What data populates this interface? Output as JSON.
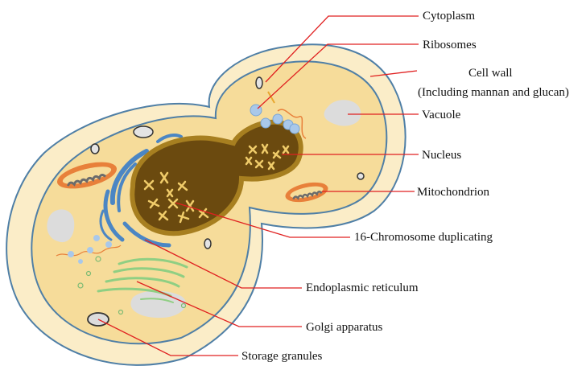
{
  "labels": {
    "cytoplasm": "Cytoplasm",
    "ribosomes": "Ribosomes",
    "cell_wall": "Cell wall",
    "cell_wall_note": "(Including mannan and glucan)",
    "vacuole": "Vacuole",
    "nucleus": "Nucleus",
    "mitochondrion": "Mitochondrion",
    "chromosome": "16-Chromosome duplicating",
    "er": "Endoplasmic reticulum",
    "golgi": "Golgi apparatus",
    "storage": "Storage granules"
  },
  "colors": {
    "wall_fill": "#fbedc8",
    "wall_stroke": "#4f7fa6",
    "cytoplasm_fill": "#f6dc9a",
    "nucleus_fill": "#6b4a0f",
    "nucleus_rim": "#a77f20",
    "chromosome": "#f0cc6a",
    "er": "#4b86c4",
    "golgi": "#8fcf83",
    "vacuole": "#dcdcdc",
    "mito_outer": "#e8803a",
    "mito_inner": "#6b6b6b",
    "leader_line": "#e02020",
    "ribosome": "#a9c8ea"
  }
}
